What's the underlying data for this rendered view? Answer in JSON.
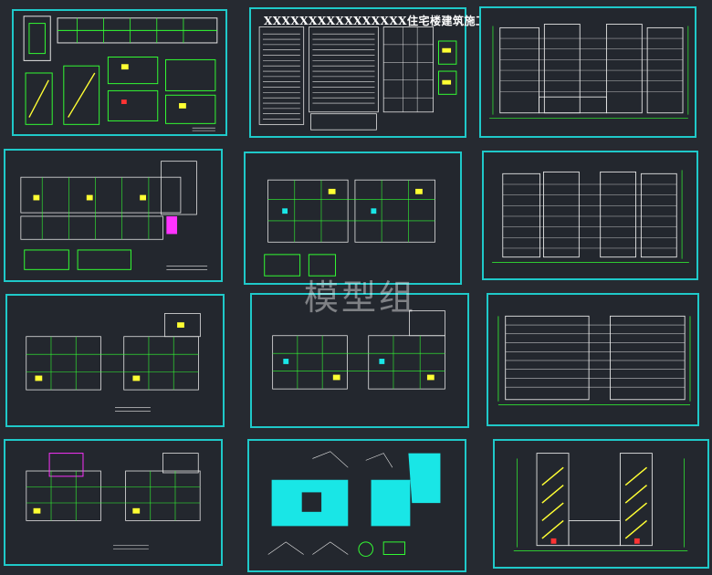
{
  "cover": {
    "title": "XXXXXXXXXXXXXXXX住宅楼建筑施工图"
  },
  "watermark": "模型组",
  "colors": {
    "background": "#262a31",
    "frame": "#1fc9c9",
    "line_green": "#33ff33",
    "line_white": "#e8e8e8",
    "accent_yellow": "#ffff33",
    "accent_cyan": "#19e6e6",
    "accent_red": "#ff3333",
    "accent_magenta": "#ff33ff"
  },
  "sheets": [
    {
      "name": "sheet-site-details",
      "kind": "details"
    },
    {
      "name": "sheet-cover-notes",
      "kind": "cover"
    },
    {
      "name": "sheet-elevation-1",
      "kind": "elevation"
    },
    {
      "name": "sheet-plan-ground",
      "kind": "plan-wide"
    },
    {
      "name": "sheet-plan-typical",
      "kind": "plan"
    },
    {
      "name": "sheet-elevation-2",
      "kind": "elevation"
    },
    {
      "name": "sheet-plan-3",
      "kind": "plan"
    },
    {
      "name": "sheet-plan-4",
      "kind": "plan"
    },
    {
      "name": "sheet-elevation-3",
      "kind": "elevation-dense"
    },
    {
      "name": "sheet-plan-5",
      "kind": "plan"
    },
    {
      "name": "sheet-roof-plan",
      "kind": "roof"
    },
    {
      "name": "sheet-section",
      "kind": "section"
    }
  ]
}
